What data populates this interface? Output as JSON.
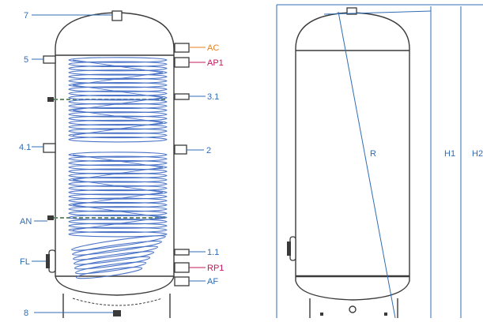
{
  "labels": {
    "left": {
      "seven": "7",
      "five": "5",
      "four_one": "4.1",
      "an": "AN",
      "fl": "FL",
      "eight": "8"
    },
    "right": {
      "ac": "AC",
      "ap1": "AP1",
      "three_one": "3.1",
      "two": "2",
      "one_one": "1.1",
      "rp1": "RP1",
      "af": "AF"
    },
    "dimensions": {
      "radius": "R",
      "h1": "H1",
      "h2": "H2"
    }
  },
  "colors": {
    "outline": "#3a3a3a",
    "coil": "#4a73c7",
    "label_blue": "#2f6db5",
    "label_orange": "#e8811e",
    "label_magenta": "#c2185b",
    "dimension": "#2f6db5"
  }
}
